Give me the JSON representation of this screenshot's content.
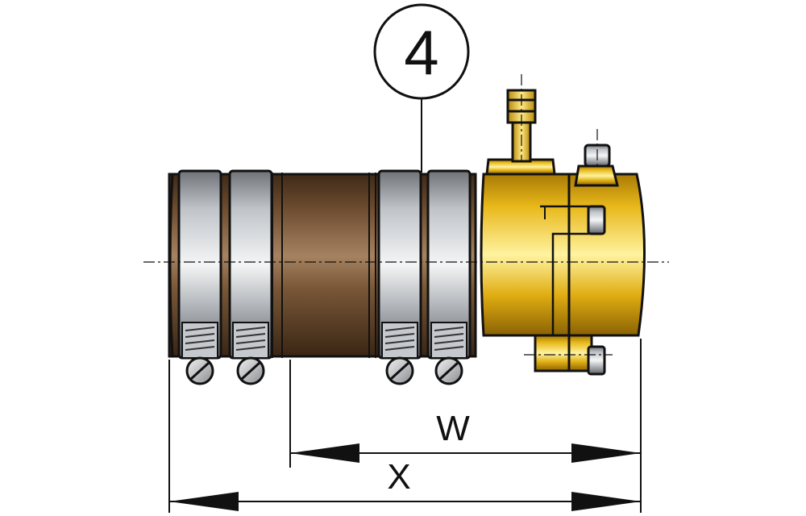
{
  "callout": {
    "number": "4"
  },
  "dimensions": {
    "w_label": "W",
    "x_label": "X"
  },
  "colors": {
    "hose": "#6b4a2e",
    "brass": "#e8b81a",
    "clamp_steel": "#c9ccd0",
    "outline": "#111111"
  }
}
